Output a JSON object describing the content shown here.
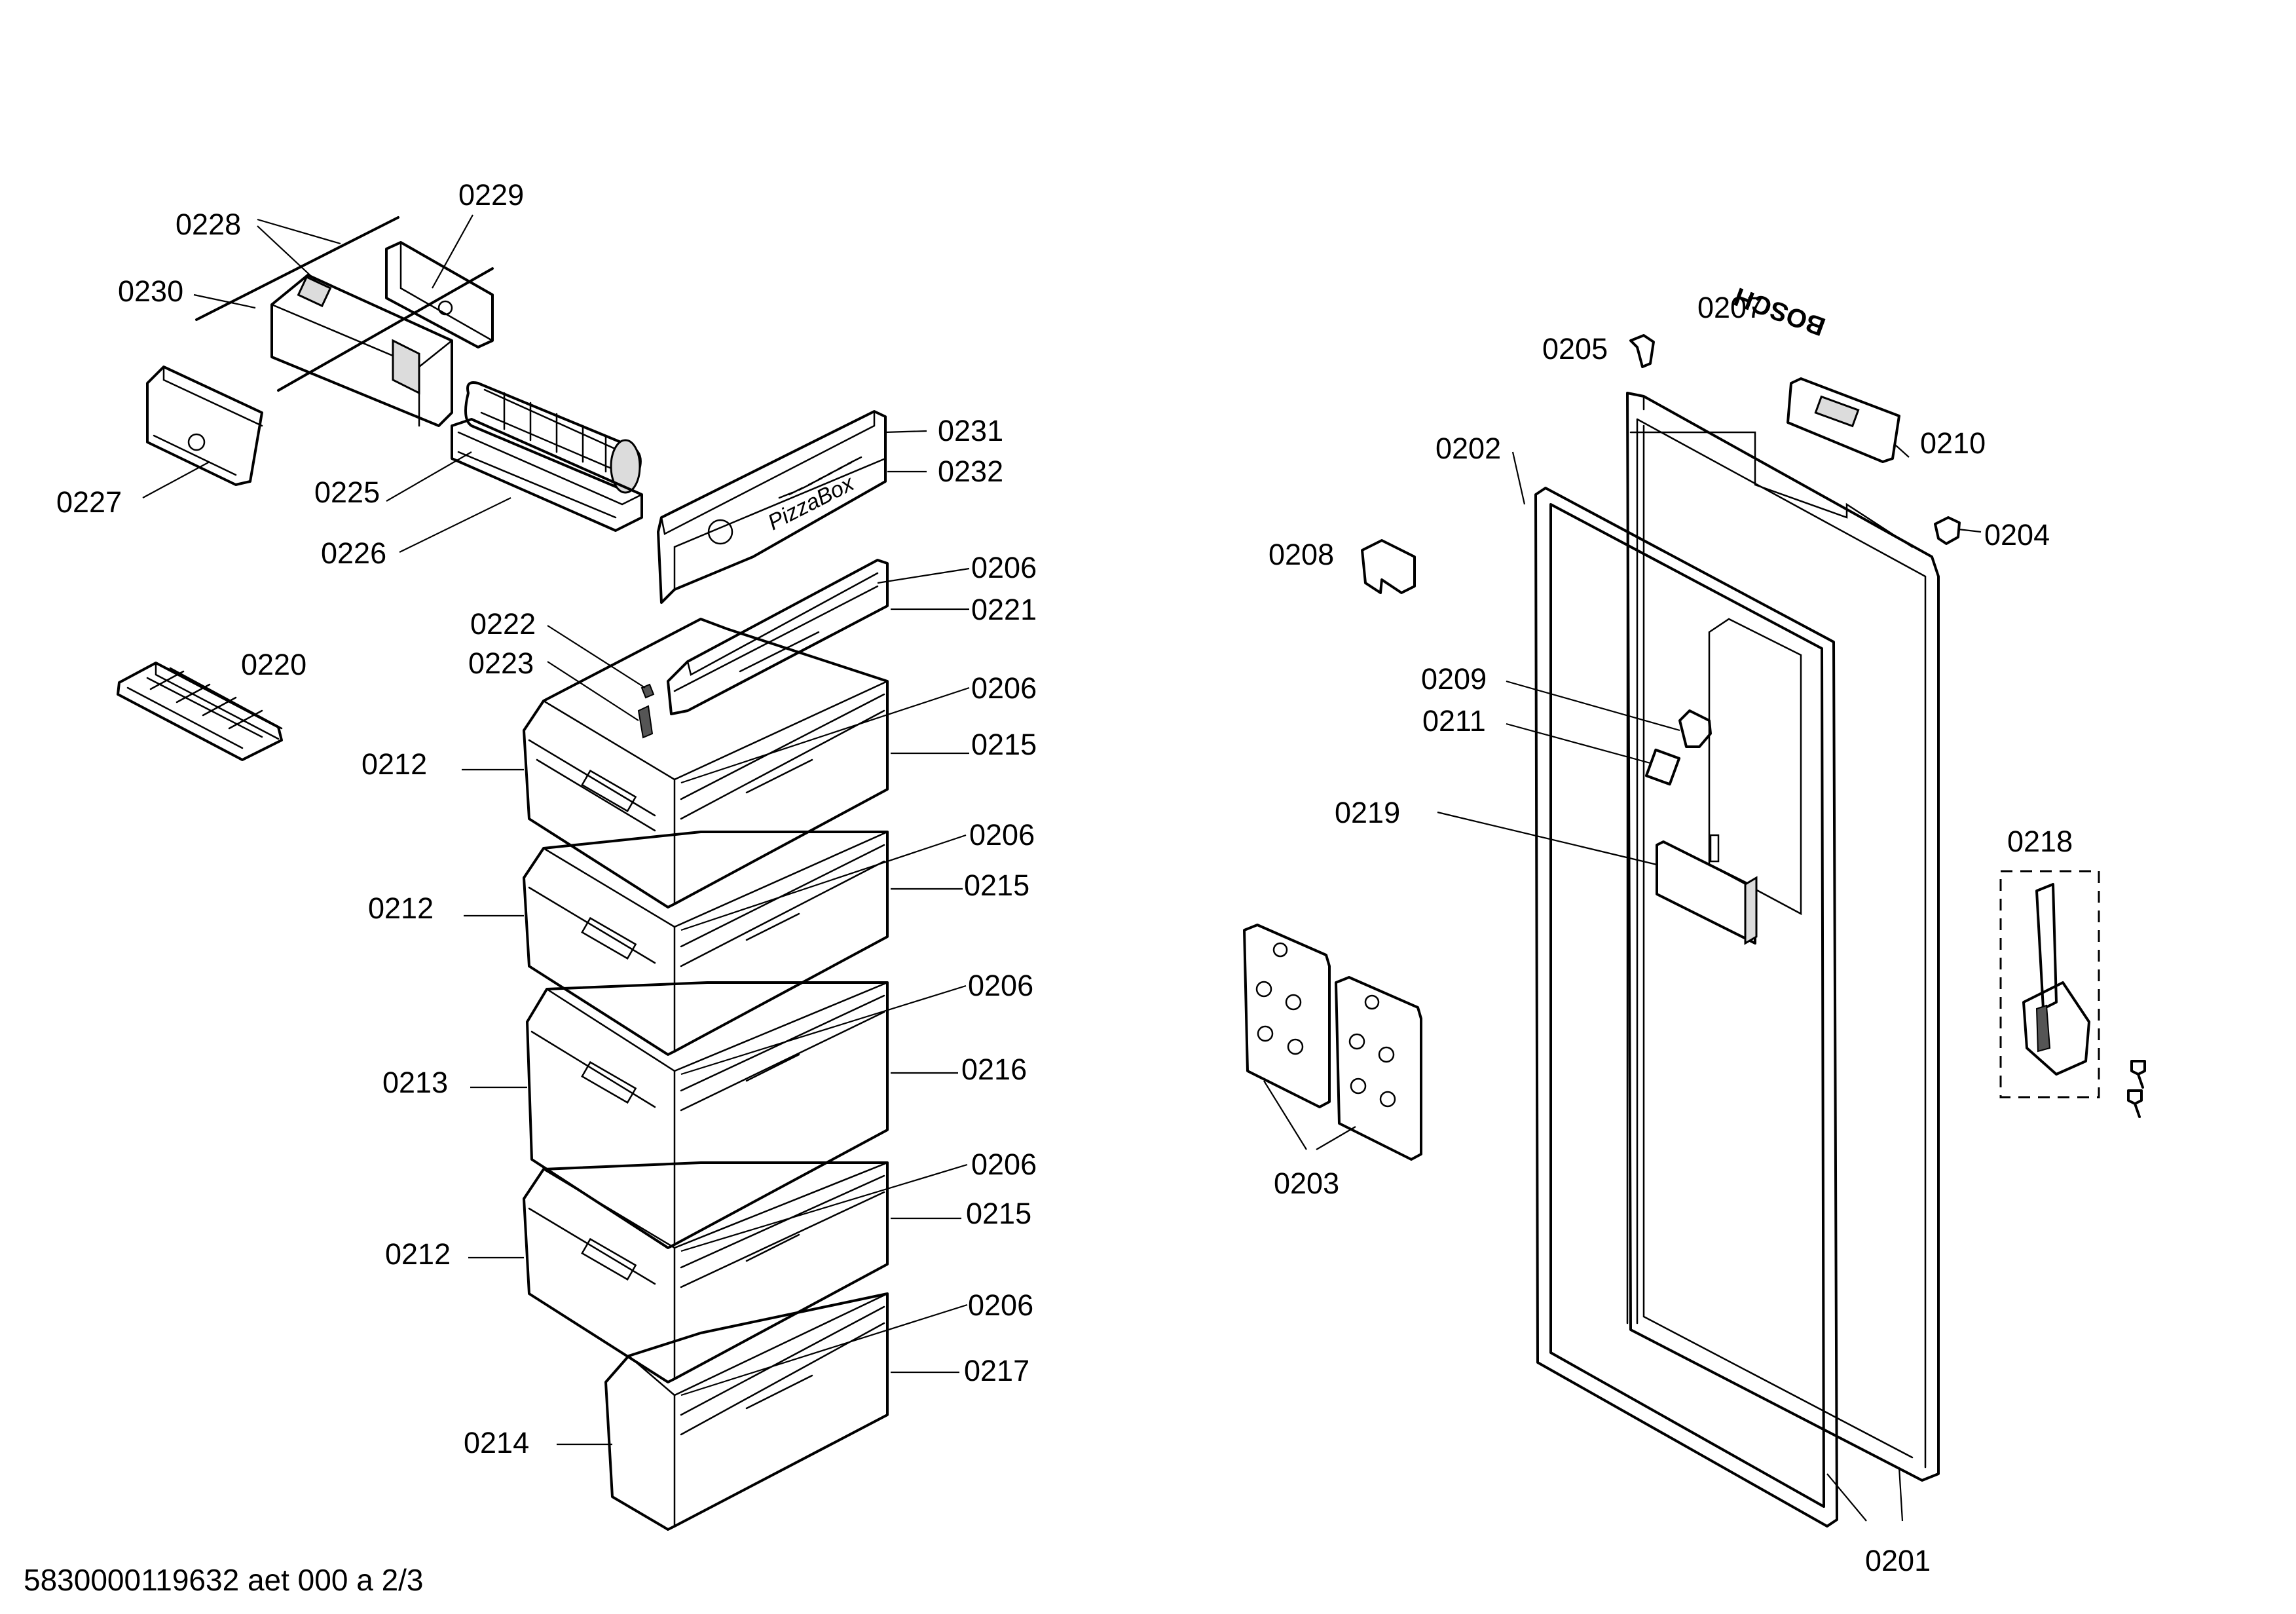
{
  "footer": "5830000119632 aet 000 a 2/3",
  "brand_mark": "BOSCH",
  "pizza_embossing": "PizzaBox",
  "callouts": [
    {
      "id": "c0228",
      "text": "0228"
    },
    {
      "id": "c0229",
      "text": "0229"
    },
    {
      "id": "c0230",
      "text": "0230"
    },
    {
      "id": "c0227",
      "text": "0227"
    },
    {
      "id": "c0225",
      "text": "0225"
    },
    {
      "id": "c0226",
      "text": "0226"
    },
    {
      "id": "c0231",
      "text": "0231"
    },
    {
      "id": "c0232",
      "text": "0232"
    },
    {
      "id": "c0206a",
      "text": "0206"
    },
    {
      "id": "c0221",
      "text": "0221"
    },
    {
      "id": "c0222",
      "text": "0222"
    },
    {
      "id": "c0223",
      "text": "0223"
    },
    {
      "id": "c0220",
      "text": "0220"
    },
    {
      "id": "c0206b",
      "text": "0206"
    },
    {
      "id": "c0215a",
      "text": "0215"
    },
    {
      "id": "c0212a",
      "text": "0212"
    },
    {
      "id": "c0206c",
      "text": "0206"
    },
    {
      "id": "c0215b",
      "text": "0215"
    },
    {
      "id": "c0212b",
      "text": "0212"
    },
    {
      "id": "c0206d",
      "text": "0206"
    },
    {
      "id": "c0216",
      "text": "0216"
    },
    {
      "id": "c0213",
      "text": "0213"
    },
    {
      "id": "c0206e",
      "text": "0206"
    },
    {
      "id": "c0215c",
      "text": "0215"
    },
    {
      "id": "c0212c",
      "text": "0212"
    },
    {
      "id": "c0206f",
      "text": "0206"
    },
    {
      "id": "c0217",
      "text": "0217"
    },
    {
      "id": "c0214",
      "text": "0214"
    },
    {
      "id": "c0207",
      "text": "0207"
    },
    {
      "id": "c0205",
      "text": "0205"
    },
    {
      "id": "c0202",
      "text": "0202"
    },
    {
      "id": "c0210",
      "text": "0210"
    },
    {
      "id": "c0204",
      "text": "0204"
    },
    {
      "id": "c0208",
      "text": "0208"
    },
    {
      "id": "c0209",
      "text": "0209"
    },
    {
      "id": "c0211",
      "text": "0211"
    },
    {
      "id": "c0219",
      "text": "0219"
    },
    {
      "id": "c0218",
      "text": "0218"
    },
    {
      "id": "c0203",
      "text": "0203"
    },
    {
      "id": "c0201",
      "text": "0201"
    }
  ]
}
